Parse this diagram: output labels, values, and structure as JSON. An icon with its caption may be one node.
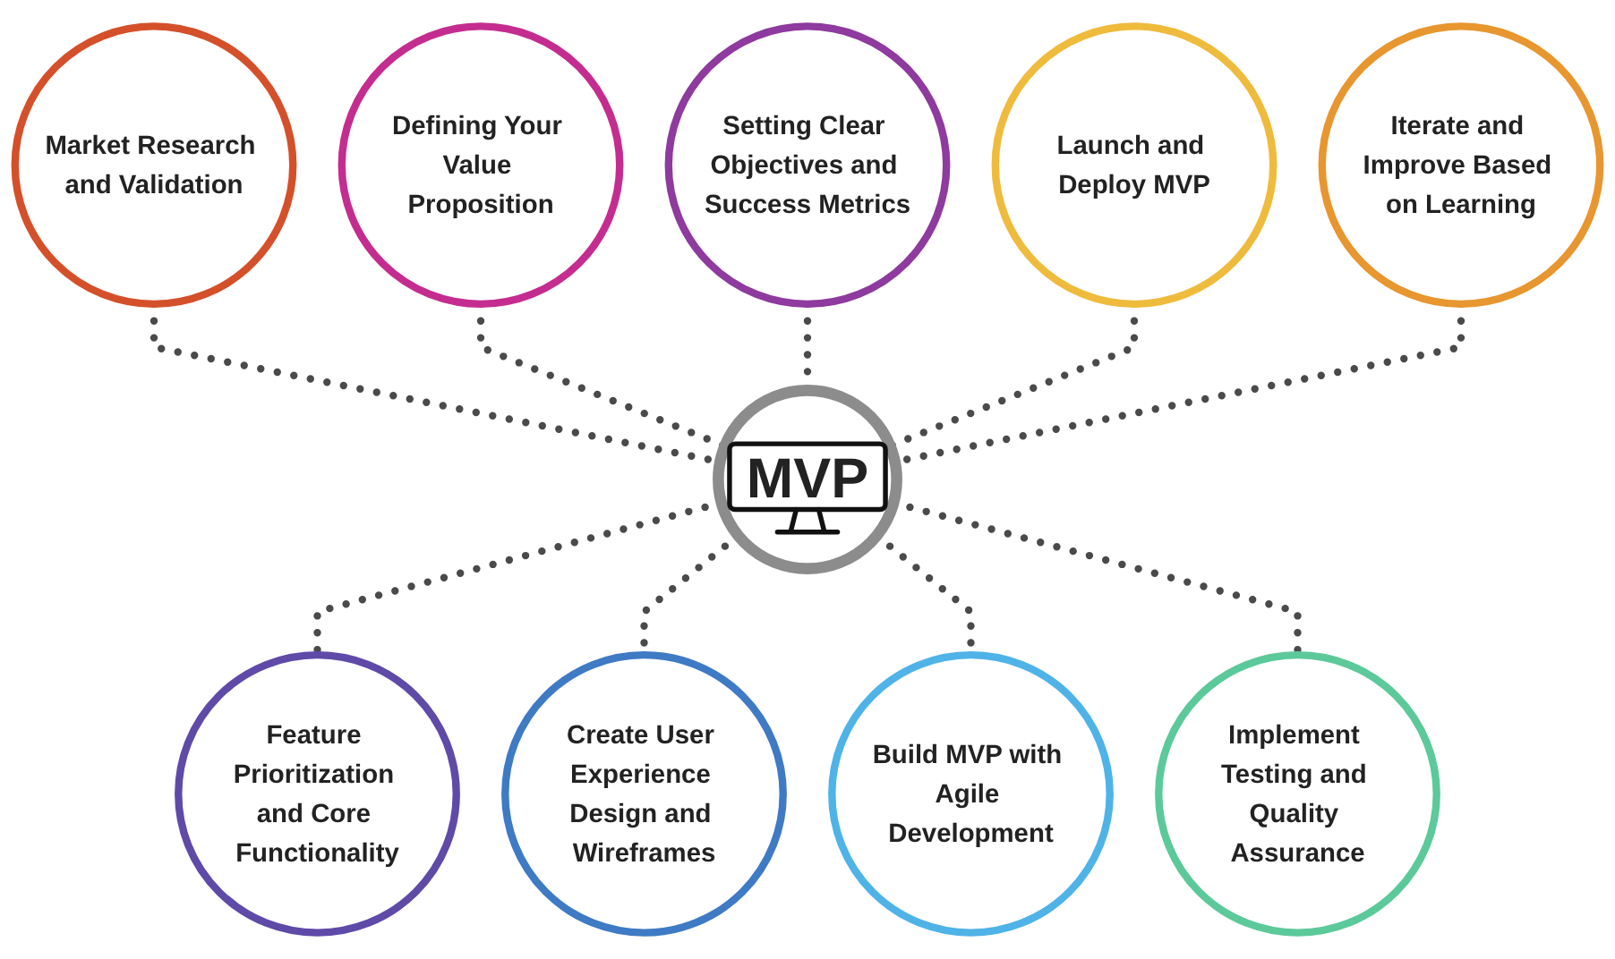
{
  "diagram": {
    "nodes": [
      {
        "text": [
          "MVP"
        ]
      },
      {
        "text": [
          "Market Research and Validation"
        ]
      },
      {
        "text": [
          "Defining Your Value Proposition"
        ]
      },
      {
        "text": [
          "Setting Clear Objectives and Success Metrics"
        ]
      },
      {
        "text": [
          "Feature Prioritization and Core Functionality"
        ]
      },
      {
        "text": [
          "Create User Experience Design and Wireframes"
        ]
      },
      {
        "text": [
          "Build MVP with Agile Development"
        ]
      },
      {
        "text": [
          "Implement Testing and Quality Assurance"
        ]
      },
      {
        "text": [
          "Launch and Deploy MVP"
        ]
      },
      {
        "text": [
          "Iterate and Improve Based on Learning"
        ]
      }
    ],
    "edges": [
      {
        "from": 1,
        "to": 0,
        "arrow": "none",
        "style": "dashed"
      },
      {
        "from": 2,
        "to": 0,
        "arrow": "none",
        "style": "dashed"
      },
      {
        "from": 3,
        "to": 0,
        "arrow": "none",
        "style": "dashed"
      },
      {
        "from": 0,
        "to": 4,
        "arrow": "none",
        "style": "dashed"
      },
      {
        "from": 0,
        "to": 5,
        "arrow": "none",
        "style": "dashed"
      },
      {
        "from": 0,
        "to": 6,
        "arrow": "none",
        "style": "dashed"
      },
      {
        "from": 0,
        "to": 7,
        "arrow": "none",
        "style": "dashed"
      },
      {
        "from": 8,
        "to": 0,
        "arrow": "none",
        "style": "dashed"
      },
      {
        "from": 9,
        "to": 0,
        "arrow": "none",
        "style": "dashed"
      }
    ]
  }
}
